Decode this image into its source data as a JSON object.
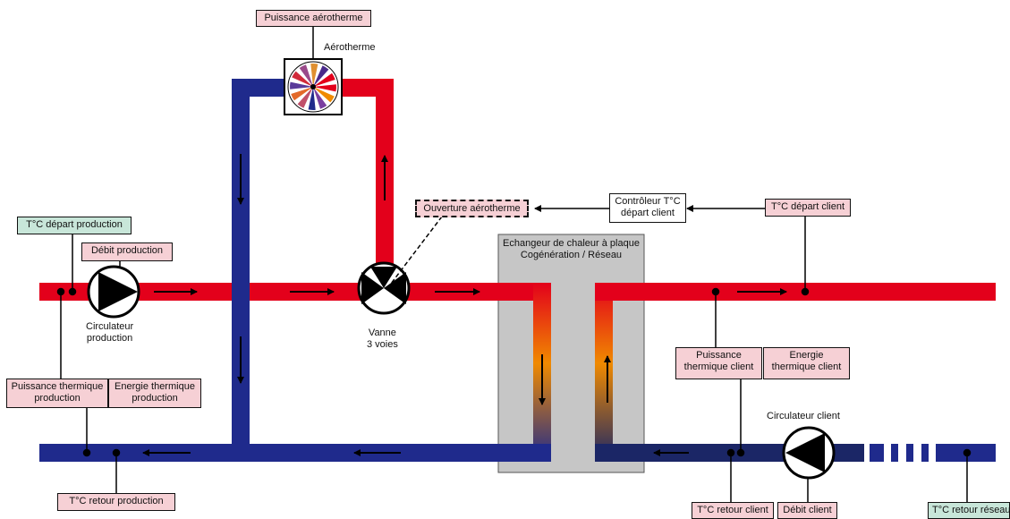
{
  "labels": {
    "puissance_aerotherme": "Puissance aérotherme",
    "aerotherme": "Aérotherme",
    "temp_depart_production": "T°C départ production",
    "debit_production": "Débit production",
    "circulateur_production_1": "Circulateur",
    "circulateur_production_2": "production",
    "ouverture_aerotherme": "Ouverture aérotherme",
    "controleur_1": "Contrôleur T°C",
    "controleur_2": "départ client",
    "temp_depart_client": "T°C départ client",
    "echangeur_1": "Echangeur de chaleur à plaque",
    "echangeur_2": "Cogénération / Réseau",
    "vanne_1": "Vanne",
    "vanne_2": "3 voies",
    "puissance_thermique_production_1": "Puissance thermique",
    "puissance_thermique_production_2": "production",
    "energie_thermique_production_1": "Energie thermique",
    "energie_thermique_production_2": "production",
    "puissance_thermique_client_1": "Puissance",
    "puissance_thermique_client_2": "thermique client",
    "energie_thermique_client_1": "Energie",
    "energie_thermique_client_2": "thermique client",
    "circulateur_client": "Circulateur client",
    "temp_retour_production": "T°C retour production",
    "temp_retour_client": "T°C retour client",
    "debit_client": "Débit client",
    "temp_retour_reseau": "T°C retour réseau"
  },
  "colors": {
    "hot_pipe": "#e3001b",
    "cold_pipe": "#1f2a8c",
    "client_return": "#1b2666",
    "exchanger": "#c6c6c6",
    "label_pink": "#f6d0d5",
    "label_green": "#c8e6d9"
  },
  "icons": [
    "pump-icon",
    "fan-icon",
    "three-way-valve-icon",
    "flow-arrow-icon"
  ]
}
